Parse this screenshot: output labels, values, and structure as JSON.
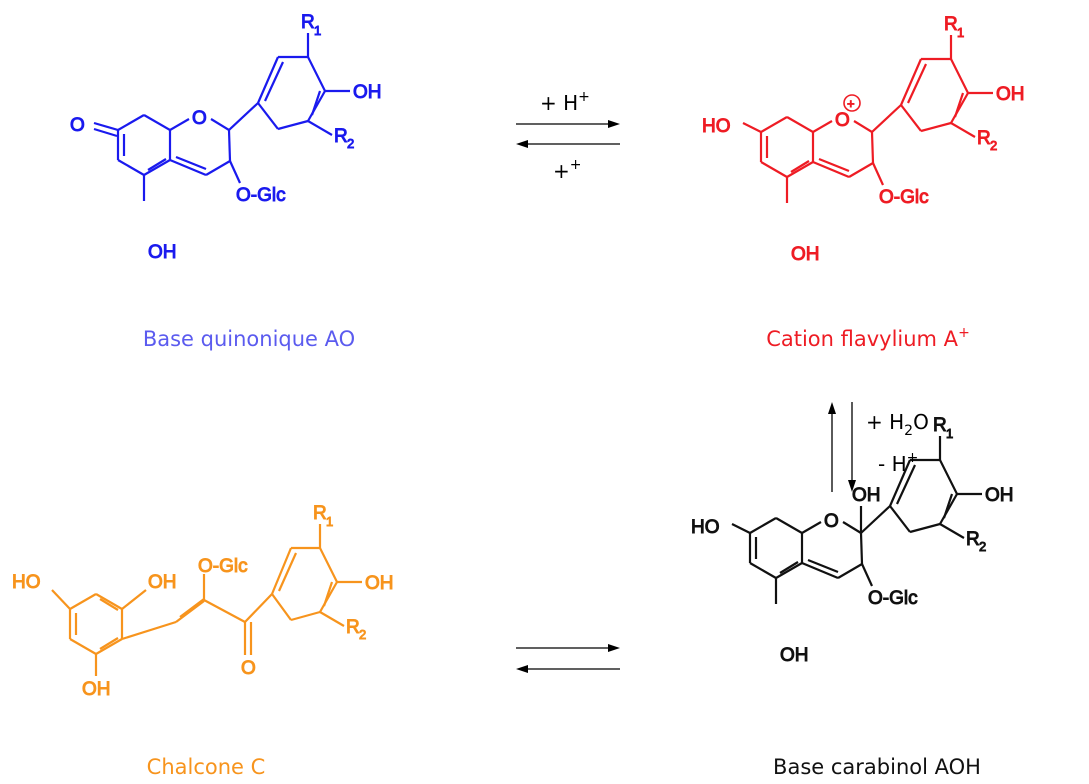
{
  "colors": {
    "quinonoidal": "#1a1aee",
    "flavylium": "#ee1c24",
    "carbinol": "#111111",
    "chalcone": "#f7941d",
    "caption_quinonoidal": "#5b5bef"
  },
  "atoms": {
    "O": "O",
    "OH": "OH",
    "HO": "HO",
    "OGlc": "O-Glc",
    "R": "R",
    "R1_sub": "1",
    "R2_sub": "2",
    "plus_charge": "+"
  },
  "captions": {
    "quinonoidal": "Base quinonique AO",
    "flavylium_text": "Cation flavylium A",
    "flavylium_sup": "+",
    "chalcone": "Chalcone C",
    "carbinol": "Base carabinol AOH"
  },
  "conditions": {
    "eq1_top_text": "+ H",
    "eq1_top_sup": "+",
    "eq1_bottom_text": "+",
    "eq1_bottom_sup": "+",
    "eq2_top_text": "+ H",
    "eq2_top_sub": "2",
    "eq2_top_tail": "O",
    "eq2_bottom_text": "- H",
    "eq2_bottom_sup": "+"
  }
}
